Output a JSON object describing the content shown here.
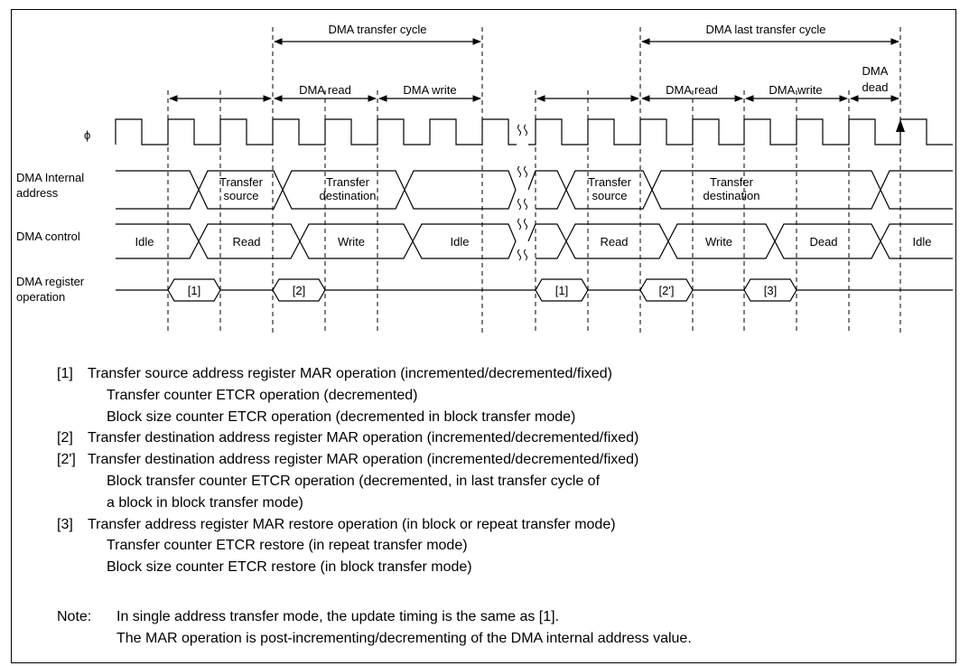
{
  "phases": {
    "transfer_cycle": "DMA transfer cycle",
    "last_transfer_cycle": "DMA last transfer cycle",
    "read_1": "DMA read",
    "write_1": "DMA write",
    "read_2": "DMA read",
    "write_2": "DMA write",
    "dead_line1": "DMA",
    "dead_line2": "dead"
  },
  "signals": {
    "phi": "ϕ",
    "internal_address_line1": "DMA Internal",
    "internal_address_line2": "address",
    "control": "DMA control",
    "register_line1": "DMA register",
    "register_line2": "operation"
  },
  "address_values": {
    "src1_line1": "Transfer",
    "src1_line2": "source",
    "dst1_line1": "Transfer",
    "dst1_line2": "destination",
    "src2_line1": "Transfer",
    "src2_line2": "source",
    "dst2_line1": "Transfer",
    "dst2_line2": "destination"
  },
  "control_states": [
    "Idle",
    "Read",
    "Write",
    "Idle",
    "Read",
    "Write",
    "Dead",
    "Idle"
  ],
  "register_ops": [
    "[1]",
    "[2]",
    "[1]",
    "[2']",
    "[3]"
  ],
  "legend": [
    {
      "tag": "[1]",
      "lines": [
        "Transfer source address register MAR operation (incremented/decremented/fixed)",
        "Transfer counter ETCR operation (decremented)",
        "Block size counter ETCR operation (decremented in block transfer mode)"
      ]
    },
    {
      "tag": "[2]",
      "lines": [
        "Transfer destination address register MAR operation (incremented/decremented/fixed)"
      ]
    },
    {
      "tag": "[2']",
      "lines": [
        "Transfer destination address register MAR operation (incremented/decremented/fixed)",
        "Block transfer counter ETCR operation (decremented, in last transfer cycle of",
        "a block in block transfer mode)"
      ]
    },
    {
      "tag": "[3]",
      "lines": [
        "Transfer address register MAR restore operation (in block or repeat transfer mode)",
        "Transfer counter ETCR restore (in repeat transfer mode)",
        "Block size counter ETCR restore (in block transfer mode)"
      ]
    }
  ],
  "note": {
    "tag": "Note:",
    "lines": [
      "In single address transfer mode, the update timing is the same as [1].",
      "The MAR operation is post-incrementing/decrementing of the DMA internal address value."
    ]
  }
}
